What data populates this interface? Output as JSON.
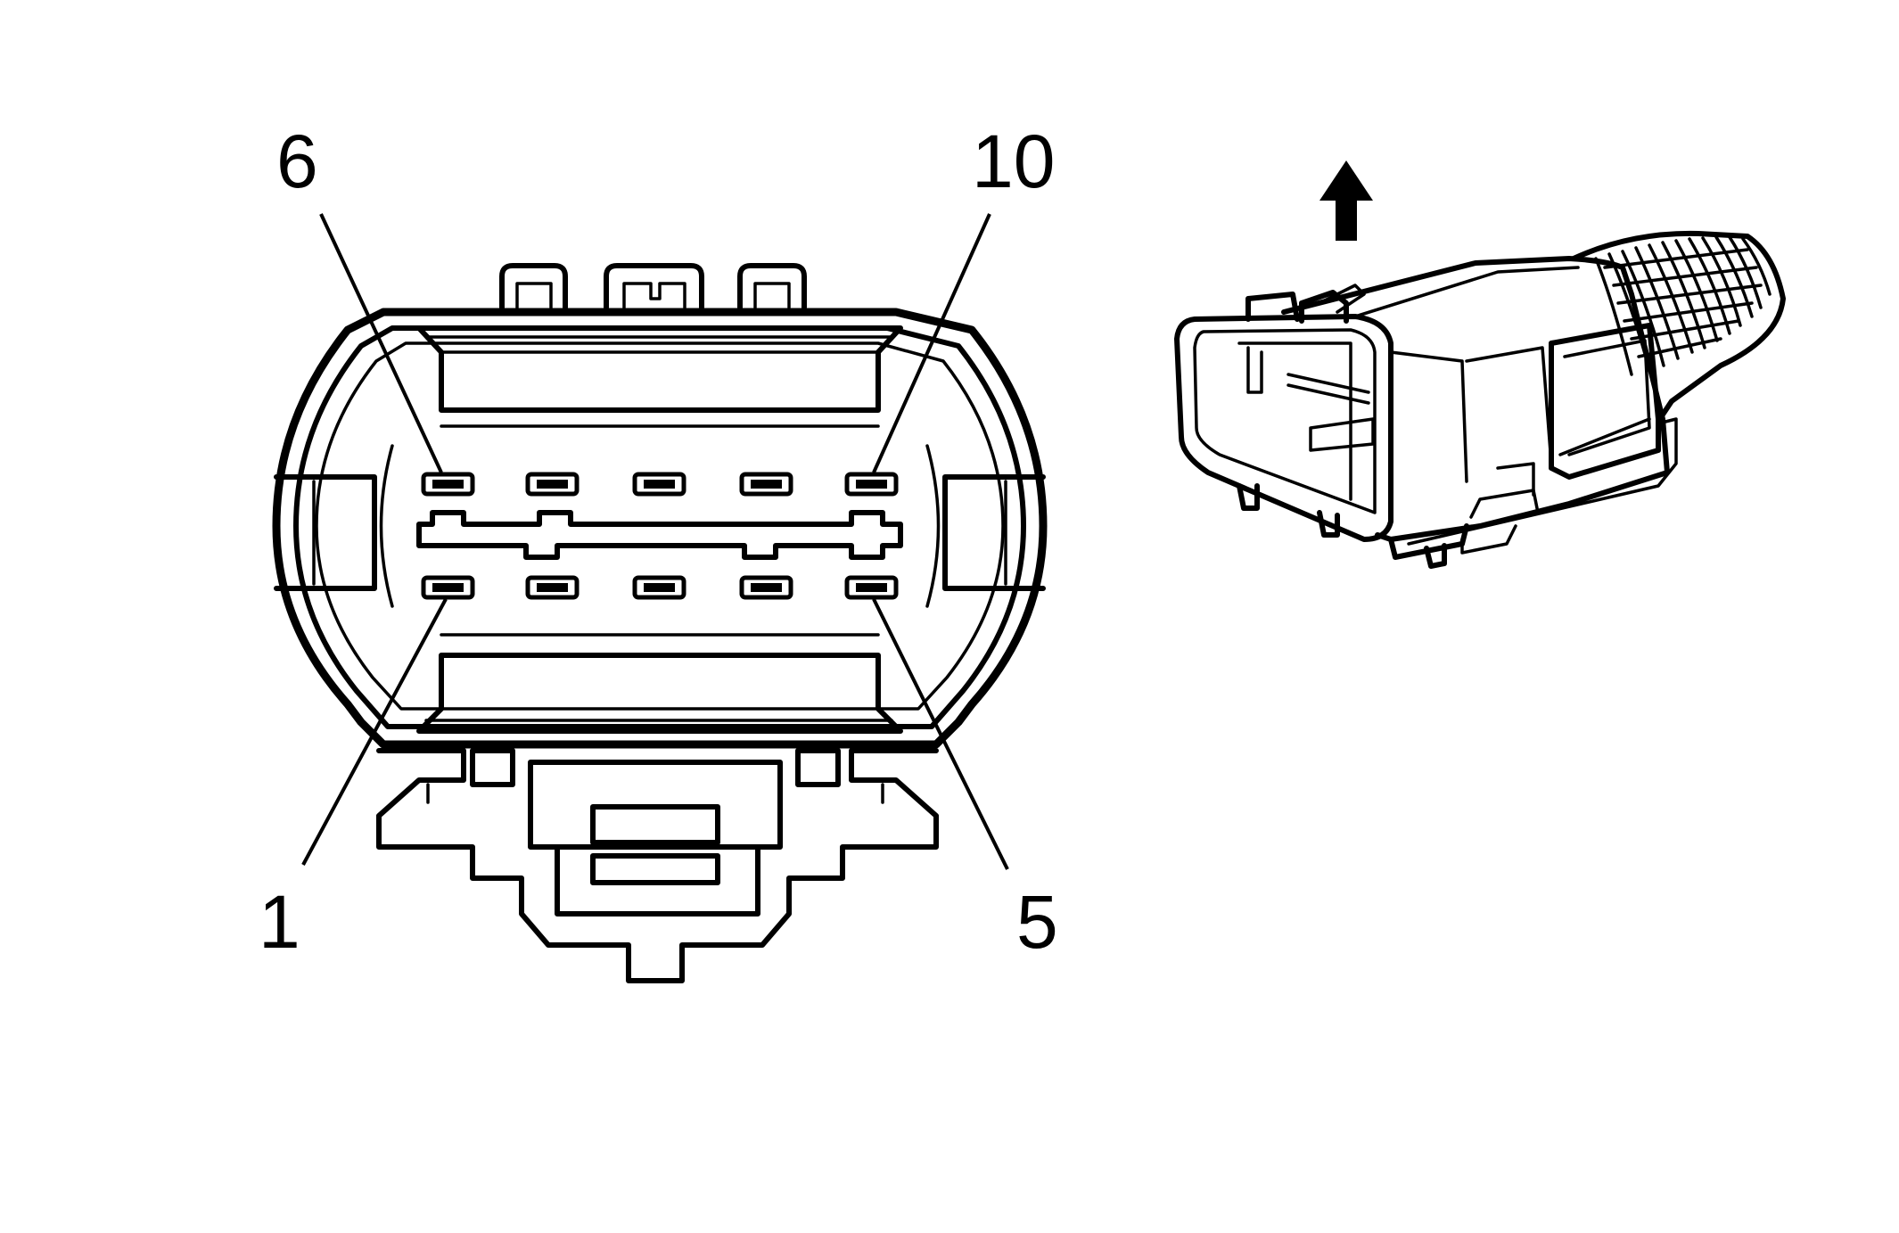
{
  "pin_labels": {
    "pin6": "6",
    "pin10": "10",
    "pin1": "1",
    "pin5": "5"
  },
  "colors": {
    "line": "#000000",
    "background": "#ffffff"
  },
  "icons": {
    "direction_arrow": "up-arrow-icon"
  }
}
